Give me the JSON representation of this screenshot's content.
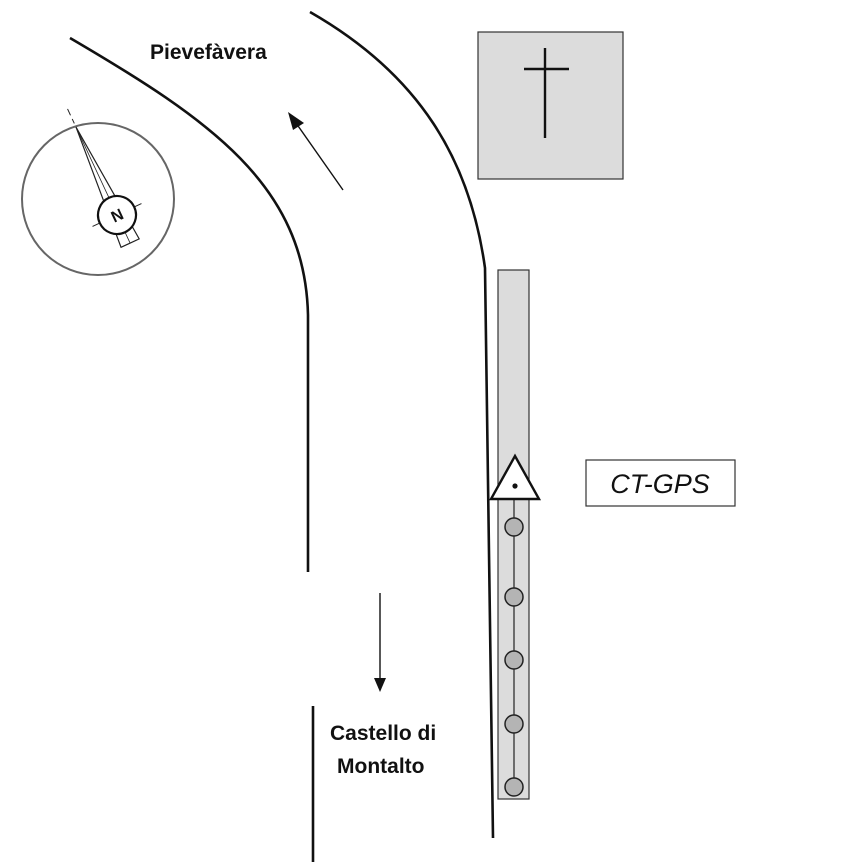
{
  "places": {
    "north_town": "Pievefàvera",
    "south_town_line1": "Castello di",
    "south_town_line2": "Montalto"
  },
  "station": {
    "label": "CT-GPS"
  },
  "compass": {
    "letter": "N"
  },
  "symbols": {
    "church": "cross-icon",
    "station_marker": "triangle-benchmark-icon",
    "sensor": "circle-node-icon",
    "north": "north-arrow-icon"
  },
  "colors": {
    "line": "#111111",
    "fill_gray": "#dcdcdc",
    "node_fill": "#b4b4b4",
    "compass_ring": "#666666"
  }
}
